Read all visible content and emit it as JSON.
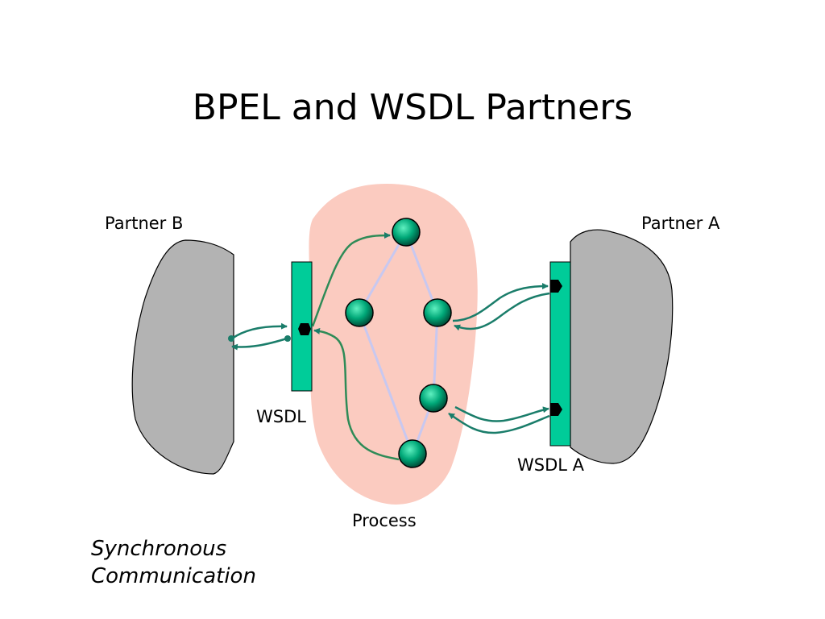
{
  "title": "BPEL and WSDL Partners",
  "labels": {
    "partner_b": "Partner B",
    "partner_a": "Partner A",
    "wsdl_b": "WSDL",
    "wsdl_a": "WSDL A",
    "process": "Process"
  },
  "caption": {
    "line1": "Synchronous",
    "line2": "Communication"
  },
  "colors": {
    "process_fill": "#fbcbc0",
    "partner_fill": "#b3b3b3",
    "wsdl_fill": "#00cc99",
    "node_fill": "#00a878",
    "arrow": "#1a7d6a",
    "edge": "#c8c8f0"
  }
}
